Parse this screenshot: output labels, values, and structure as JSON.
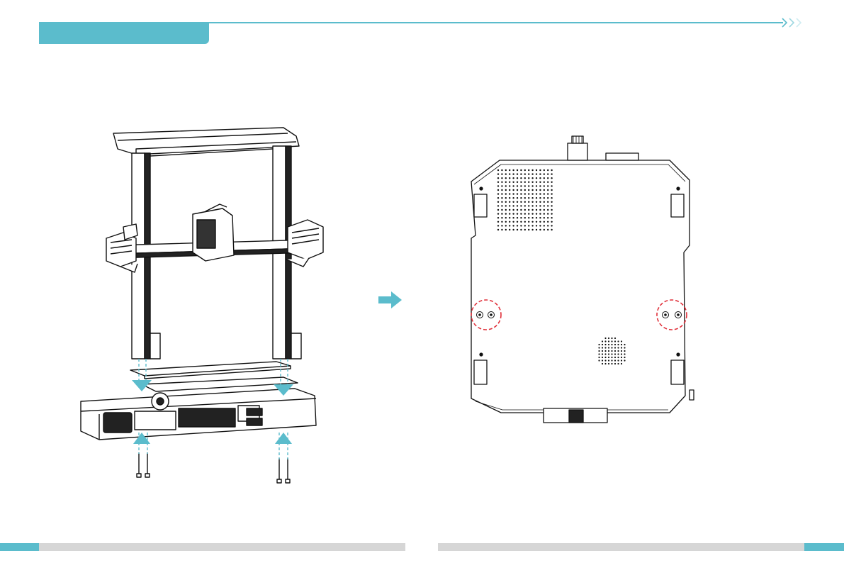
{
  "page": {
    "accent_color": "#5bbccc",
    "footer_bar_color": "#d6d6d6",
    "marker_color": "#e0303a"
  },
  "header": {
    "tab_icon": "section-tab",
    "chevron_icon": "double-chevron-right-icon"
  },
  "illustrations": {
    "left": "printer-gantry-assembly-illustration",
    "arrow": "arrow-right-icon",
    "right": "printer-base-bottom-view-illustration",
    "highlight_marker": "dashed-circle-highlight"
  }
}
